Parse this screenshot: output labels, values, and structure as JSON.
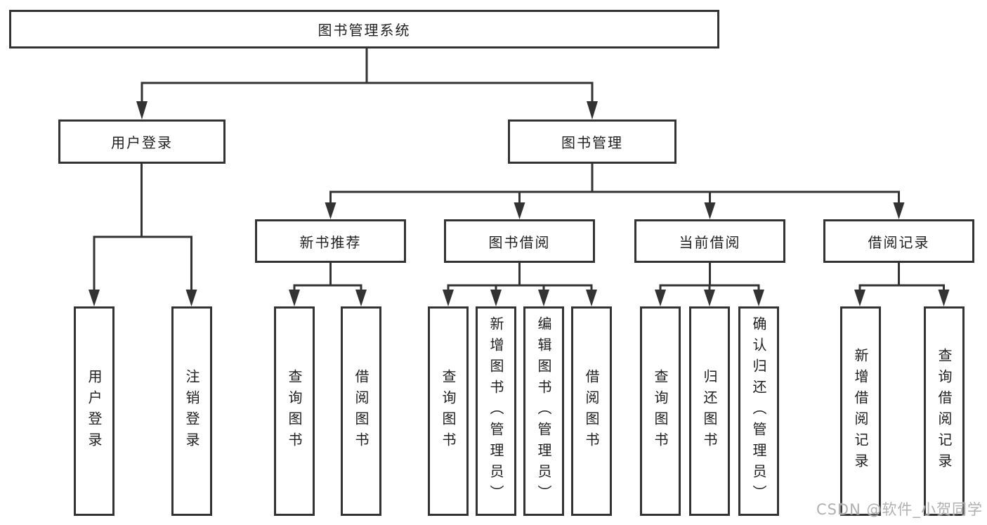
{
  "diagram_type": "functional-structure-tree",
  "watermark": "CSDN @软件_小贺同学",
  "colors": {
    "background": "#ffffff",
    "line": "#333333",
    "box_border": "#333333",
    "box_fill": "#ffffff",
    "text": "#1f1f1f",
    "watermark": "#acacac"
  },
  "tree": {
    "label": "图书管理系统",
    "children": [
      {
        "label": "用户登录",
        "children": [
          {
            "label": "用户登录"
          },
          {
            "label": "注销登录"
          }
        ]
      },
      {
        "label": "图书管理",
        "children": [
          {
            "label": "新书推荐",
            "children": [
              {
                "label": "查询图书"
              },
              {
                "label": "借阅图书"
              }
            ]
          },
          {
            "label": "图书借阅",
            "children": [
              {
                "label": "查询图书"
              },
              {
                "label": "新增图书（管理员）"
              },
              {
                "label": "编辑图书（管理员）"
              },
              {
                "label": "借阅图书"
              }
            ]
          },
          {
            "label": "当前借阅",
            "children": [
              {
                "label": "查询图书"
              },
              {
                "label": "归还图书"
              },
              {
                "label": "确认归还（管理员）"
              }
            ]
          },
          {
            "label": "借阅记录",
            "children": [
              {
                "label": "新增借阅记录"
              },
              {
                "label": "查询借阅记录"
              }
            ]
          }
        ]
      }
    ]
  }
}
